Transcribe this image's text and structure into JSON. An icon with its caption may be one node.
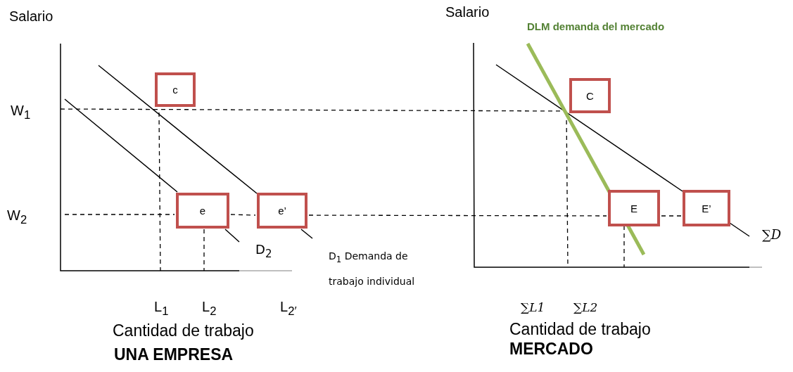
{
  "diagram": {
    "nodes": [
      {
        "text": [
          "c"
        ]
      },
      {
        "text": [
          "e"
        ]
      },
      {
        "text": [
          "e’"
        ]
      },
      {
        "text": [
          "C"
        ]
      },
      {
        "text": [
          "E"
        ]
      },
      {
        "text": [
          "E’"
        ]
      }
    ],
    "labels": [
      "Salario",
      "Salario",
      "DLM demanda del mercado",
      "W$_{1}$",
      "W$_{2}$",
      "D$_{2}$",
      "D$_{1}$ Demanda de trabajo individual",
      "∑*D*",
      "L$_{1}$",
      "L$_{2}$",
      "L$_{2′}$",
      "∑*L1*",
      "∑*L2*",
      "Cantidad de trabajo",
      "Cantidad de trabajo",
      "UNA EMPRESA",
      "MERCADO"
    ]
  }
}
